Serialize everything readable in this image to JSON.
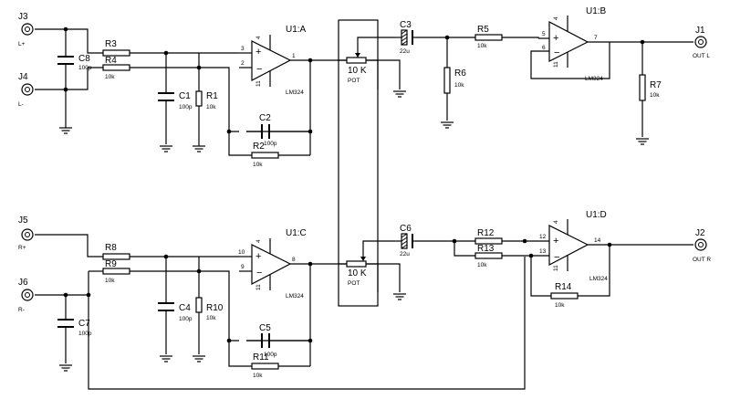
{
  "schematic": {
    "connectors": {
      "j3": {
        "ref": "J3",
        "pin": "L+"
      },
      "j4": {
        "ref": "J4",
        "pin": "L-"
      },
      "j5": {
        "ref": "J5",
        "pin": "R+"
      },
      "j6": {
        "ref": "J6",
        "pin": "R-"
      },
      "j1": {
        "ref": "J1",
        "pin": "OUT L"
      },
      "j2": {
        "ref": "J2",
        "pin": "OUT R"
      }
    },
    "resistors": {
      "r1": {
        "ref": "R1",
        "value": "10k"
      },
      "r2": {
        "ref": "R2",
        "value": "10k"
      },
      "r3": {
        "ref": "R3",
        "value": ""
      },
      "r4": {
        "ref": "R4",
        "value": "10k"
      },
      "r5": {
        "ref": "R5",
        "value": "10k"
      },
      "r6": {
        "ref": "R6",
        "value": "10k"
      },
      "r7": {
        "ref": "R7",
        "value": "10k"
      },
      "r8": {
        "ref": "R8",
        "value": ""
      },
      "r9": {
        "ref": "R9",
        "value": "10k"
      },
      "r10": {
        "ref": "R10",
        "value": "10k"
      },
      "r11": {
        "ref": "R11",
        "value": "10k"
      },
      "r12": {
        "ref": "R12",
        "value": ""
      },
      "r13": {
        "ref": "R13",
        "value": "10k"
      },
      "r14": {
        "ref": "R14",
        "value": "10k"
      }
    },
    "capacitors": {
      "c1": {
        "ref": "C1",
        "value": "100p"
      },
      "c2": {
        "ref": "C2",
        "value": "100p"
      },
      "c4": {
        "ref": "C4",
        "value": "100p"
      },
      "c5": {
        "ref": "C5",
        "value": "100p"
      },
      "c7": {
        "ref": "C7",
        "value": "100p"
      },
      "c8": {
        "ref": "C8",
        "value": "100p"
      },
      "c3": {
        "ref": "C3",
        "value": "22u"
      },
      "c6": {
        "ref": "C6",
        "value": "22u"
      }
    },
    "opamps": {
      "a": {
        "ref": "U1:A",
        "part": "LM324",
        "in_plus": "3",
        "in_minus": "2",
        "out": "1",
        "vplus": "4",
        "vminus": "11"
      },
      "b": {
        "ref": "U1:B",
        "part": "LM324",
        "in_plus": "5",
        "in_minus": "6",
        "out": "7",
        "vplus": "4",
        "vminus": "11"
      },
      "c": {
        "ref": "U1:C",
        "part": "LM324",
        "in_plus": "10",
        "in_minus": "9",
        "out": "8",
        "vplus": "4",
        "vminus": "11"
      },
      "d": {
        "ref": "U1:D",
        "part": "LM324",
        "in_plus": "12",
        "in_minus": "13",
        "out": "14",
        "vplus": "4",
        "vminus": "11"
      }
    },
    "pots": {
      "top": {
        "value": "10 K",
        "label": "POT"
      },
      "bottom": {
        "value": "10 K",
        "label": "POT"
      }
    }
  }
}
